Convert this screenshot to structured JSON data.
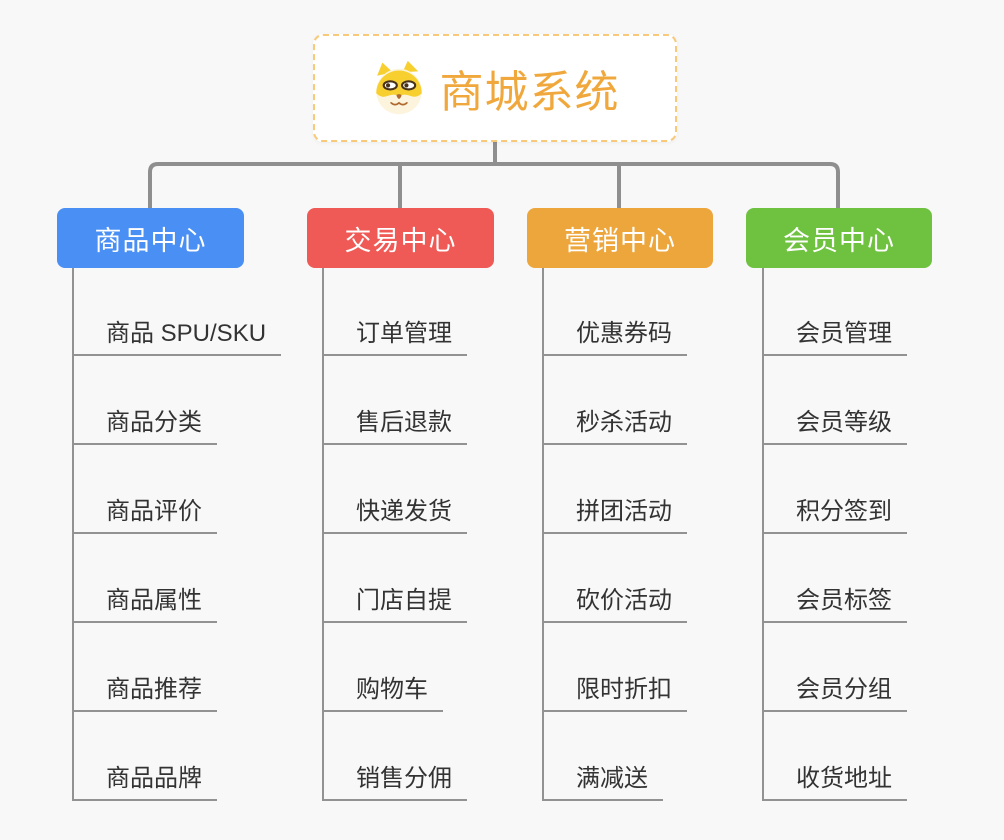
{
  "page": {
    "background_color": "#F8F8F8",
    "connector_color": "#8F8F8F",
    "child_line_color": "#929292"
  },
  "root": {
    "title": "商城系统",
    "icon": "dog-face-icon",
    "text_color": "#F0A83C",
    "border_color": "#F7C979",
    "background_color": "#FFFFFF"
  },
  "branches": [
    {
      "label": "商品中心",
      "color": "#4A8FF4",
      "children": [
        "商品 SPU/SKU",
        "商品分类",
        "商品评价",
        "商品属性",
        "商品推荐",
        "商品品牌"
      ]
    },
    {
      "label": "交易中心",
      "color": "#EF5A56",
      "children": [
        "订单管理",
        "售后退款",
        "快递发货",
        "门店自提",
        "购物车",
        "销售分佣"
      ]
    },
    {
      "label": "营销中心",
      "color": "#EDA63B",
      "children": [
        "优惠券码",
        "秒杀活动",
        "拼团活动",
        "砍价活动",
        "限时折扣",
        "满减送"
      ]
    },
    {
      "label": "会员中心",
      "color": "#6FC140",
      "children": [
        "会员管理",
        "会员等级",
        "积分签到",
        "会员标签",
        "会员分组",
        "收货地址"
      ]
    }
  ]
}
